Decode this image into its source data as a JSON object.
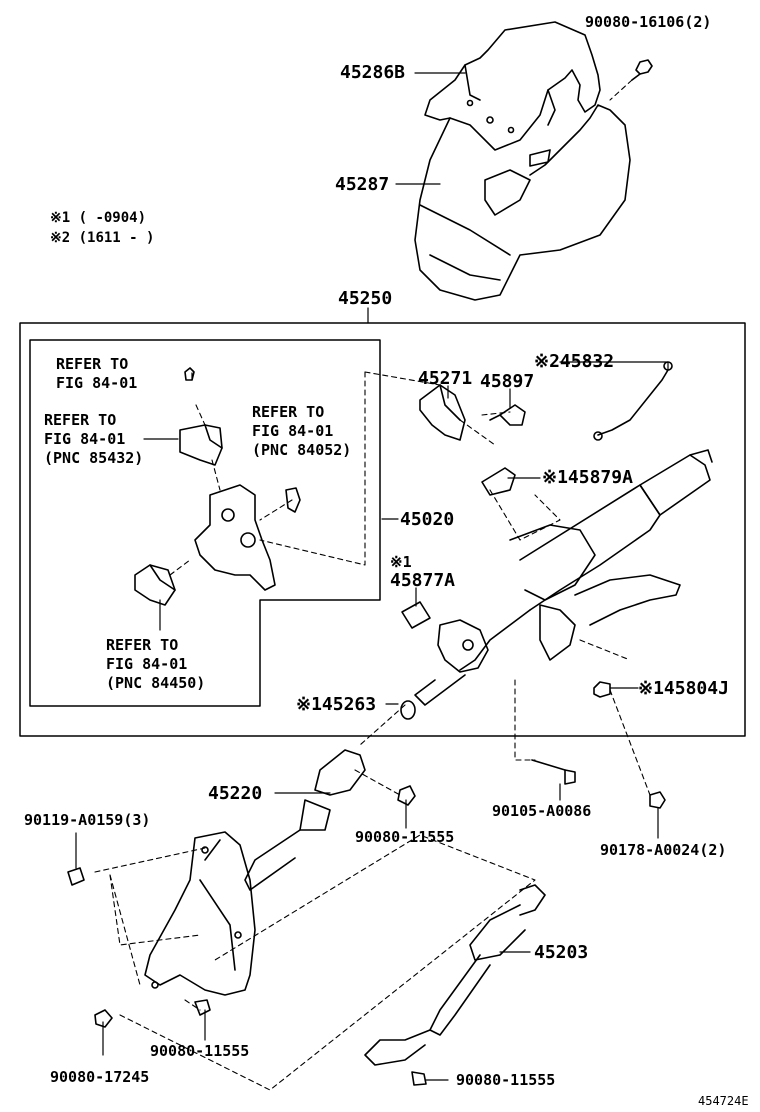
{
  "notes": {
    "note1": "※1 (      -0904)",
    "note2": "※2 (1611 -      )"
  },
  "parts": {
    "p_90080_16106": "90080-16106(2)",
    "p_45286B": "45286B",
    "p_45287": "45287",
    "p_45250": "45250",
    "p_45271": "45271",
    "p_45832": "※245832",
    "p_45897": "45897",
    "p_45879A": "※145879A",
    "p_45020": "45020",
    "p_45877A_mark": "※1",
    "p_45877A": "45877A",
    "p_45804J": "※145804J",
    "p_45263": "※145263",
    "p_45220": "45220",
    "p_90105_A0086": "90105-A0086",
    "p_90119_A0159": "90119-A0159(3)",
    "p_90080_11555_a": "90080-11555",
    "p_90178_A0024": "90178-A0024(2)",
    "p_45203": "45203",
    "p_90080_11555_b": "90080-11555",
    "p_90080_17245": "90080-17245",
    "p_90080_11555_c": "90080-11555"
  },
  "refers": {
    "r1_line1": "REFER TO",
    "r1_line2": "FIG 84-01",
    "r2_line1": "REFER TO",
    "r2_line2": "FIG 84-01",
    "r2_line3": "(PNC 85432)",
    "r3_line1": "REFER TO",
    "r3_line2": "FIG 84-01",
    "r3_line3": "(PNC 84052)",
    "r4_line1": "REFER TO",
    "r4_line2": "FIG 84-01",
    "r4_line3": "(PNC 84450)"
  },
  "figure_id": "454724E"
}
